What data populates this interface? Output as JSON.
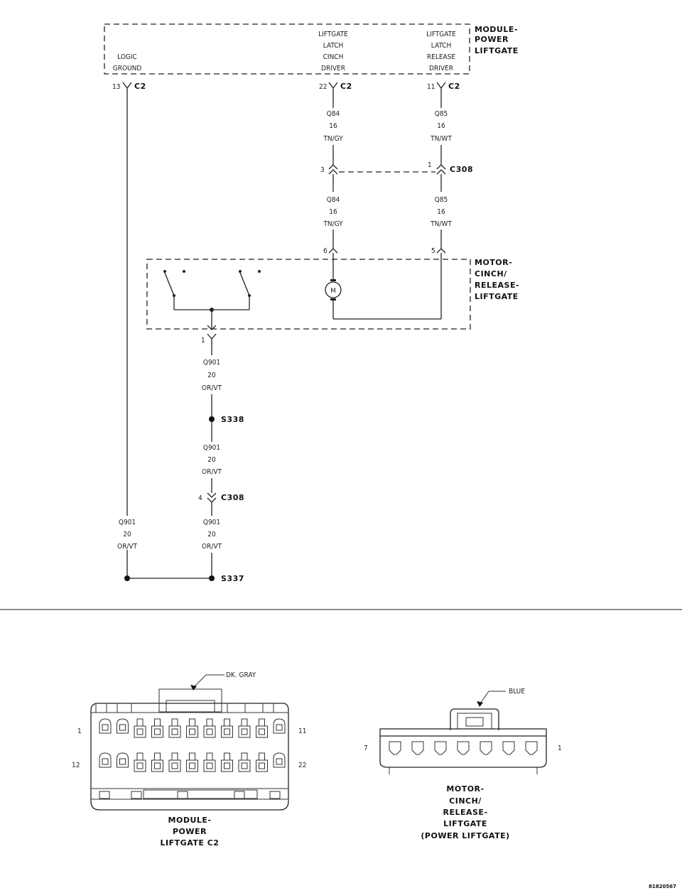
{
  "module": {
    "title": [
      "MODULE-",
      "POWER",
      "LIFTGATE"
    ],
    "logic_ground": [
      "LOGIC",
      "GROUND"
    ],
    "cinch_driver": [
      "LIFTGATE",
      "LATCH",
      "CINCH",
      "DRIVER"
    ],
    "release_driver": [
      "LIFTGATE",
      "LATCH",
      "RELEASE",
      "DRIVER"
    ]
  },
  "pins": {
    "logic_ground": {
      "pin": "13",
      "conn": "C2"
    },
    "cinch": {
      "pin": "22",
      "conn": "C2"
    },
    "release": {
      "pin": "11",
      "conn": "C2"
    }
  },
  "wires": {
    "q84": [
      "Q84",
      "16",
      "TN/GY"
    ],
    "q85": [
      "Q85",
      "16",
      "TN/WT"
    ],
    "q901": [
      "Q901",
      "20",
      "OR/VT"
    ]
  },
  "c308_upper": {
    "pin_left": "3",
    "pin_right": "1",
    "label": "C308"
  },
  "c308_lower": {
    "pin": "4",
    "label": "C308"
  },
  "motor": {
    "title": [
      "MOTOR-",
      "CINCH/",
      "RELEASE-",
      "LIFTGATE"
    ],
    "pin6": "6",
    "pin5": "5",
    "pin1": "1",
    "symbol": "M"
  },
  "splices": {
    "s338": "S338",
    "s337": "S337"
  },
  "connector_c2": {
    "callout": "DK. GRAY",
    "pin_tl": "1",
    "pin_tr": "11",
    "pin_bl": "12",
    "pin_br": "22",
    "caption": [
      "MODULE-",
      "POWER",
      "LIFTGATE C2"
    ]
  },
  "connector_motor": {
    "callout": "BLUE",
    "pin_left": "7",
    "pin_right": "1",
    "caption": [
      "MOTOR-",
      "CINCH/",
      "RELEASE-",
      "LIFTGATE",
      "(POWER LIFTGATE)"
    ]
  },
  "figure_id": "81820567"
}
